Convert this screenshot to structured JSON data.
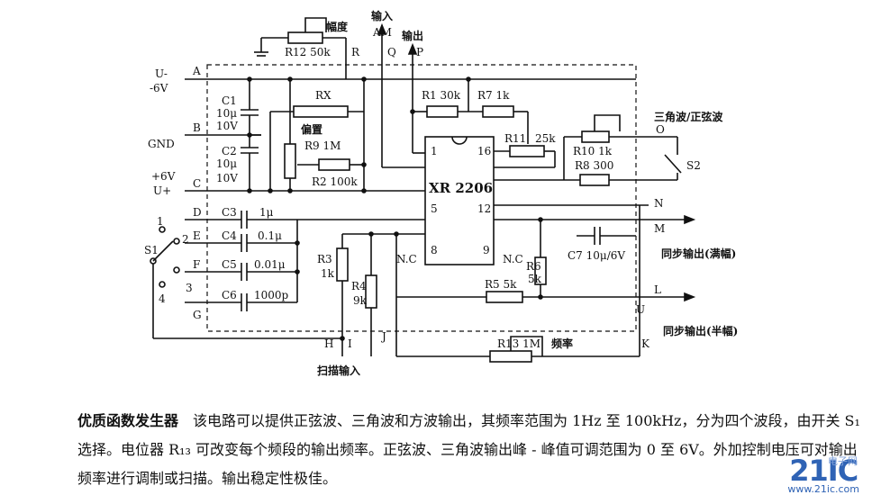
{
  "schematic": {
    "ic": {
      "name": "XR 2206",
      "pin1": "1",
      "pin16": "16",
      "pin5": "5",
      "pin12": "12",
      "pin8": "8",
      "pin9": "9",
      "nc_left": "N.C",
      "nc_right": "N.C"
    },
    "ports": {
      "A": "A",
      "B": "B",
      "C": "C",
      "D": "D",
      "E": "E",
      "F": "F",
      "G": "G",
      "H": "H",
      "I": "I",
      "J": "J",
      "K": "K",
      "L": "L",
      "M": "M",
      "N": "N",
      "O": "O",
      "P": "P",
      "Q": "Q",
      "R": "R",
      "U": "U"
    },
    "supply": {
      "neg_line1": "U-",
      "neg_line2": "-6V",
      "gnd": "GND",
      "pos_line1": "+6V",
      "pos_line2": "U+"
    },
    "components": {
      "C1_name": "C1",
      "C1_val1": "10μ",
      "C1_val2": "10V",
      "C2_name": "C2",
      "C2_val1": "10μ",
      "C2_val2": "10V",
      "C3_name": "C3",
      "C3_val": "1μ",
      "C4_name": "C4",
      "C4_val": "0.1μ",
      "C5_name": "C5",
      "C5_val": "0.01μ",
      "C6_name": "C6",
      "C6_val": "1000p",
      "C7": "C7  10μ/6V",
      "R1": "R1  30k",
      "R2": "R2  100k",
      "R3_name": "R3",
      "R3_val": "1k",
      "R4_name": "R4",
      "R4_val": "9k",
      "R5": "R5  5k",
      "R6_name": "R6",
      "R6_val": "5k",
      "R7": "R7  1k",
      "R8": "R8  300",
      "R9": "R9  1M",
      "R10": "R10  1k",
      "R11_name": "R11",
      "R11_val": "25k",
      "R12": "R12  50k",
      "R13": "R13  1M",
      "RX": "RX"
    },
    "switch_s1": {
      "name": "S1",
      "pos1": "1",
      "pos2": "2",
      "pos3": "3",
      "pos4": "4"
    },
    "switch_s2": "S2",
    "labels": {
      "amplitude": "幅度",
      "bias": "偏置",
      "frequency": "频率",
      "input": "输入",
      "output": "输出",
      "am": "AM",
      "tri_sine": "三角波/正弦波",
      "sync_full": "同步输出(满幅)",
      "sync_half": "同步输出(半幅)",
      "sweep_input": "扫描输入"
    }
  },
  "caption": {
    "title": "优质函数发生器",
    "body": "该电路可以提供正弦波、三角波和方波输出，其频率范围为 1Hz 至 100kHz，分为四个波段，由开关 S₁ 选择。电位器 R₁₃ 可改变每个频段的输出频率。正弦波、三角波输出峰 - 峰值可调范围为 0 至 6V。外加控制电压可对输出频率进行调制或扫描。输出稳定性极佳。"
  },
  "watermark": {
    "logo": "21IC",
    "cn": "电子网",
    "url": "www.21ic.com"
  }
}
